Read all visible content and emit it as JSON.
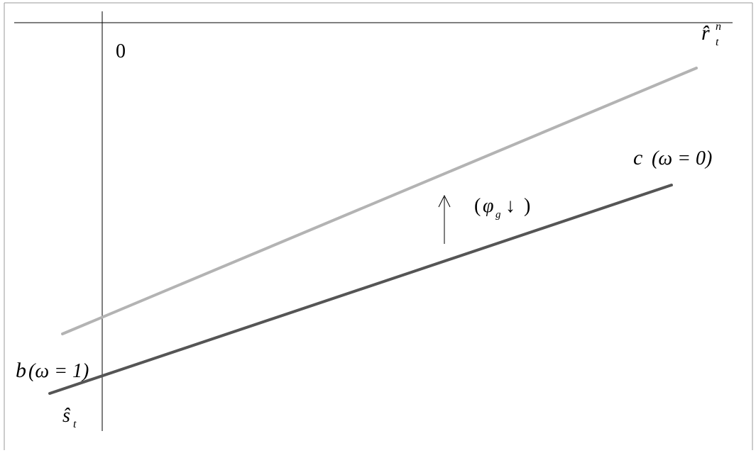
{
  "diagram": {
    "origin_label": "0",
    "x_axis_label": {
      "base": "r̂",
      "sub": "t",
      "sup": "n"
    },
    "y_axis_label": {
      "base": "ŝ",
      "sub": "t"
    },
    "curve_b": {
      "letter": "b",
      "condition": "(ω = 1)"
    },
    "curve_c": {
      "letter": "c",
      "condition": "(ω = 0)"
    },
    "shift_annotation": {
      "open": "(",
      "symbol": "φ",
      "sub": "g",
      "arrow": "↓",
      "close": ")"
    },
    "colors": {
      "axes": "#000000",
      "frame": "#9a9a9a",
      "upper_line": "#b3b3b3",
      "lower_line": "#555555",
      "arrow": "#000000"
    }
  }
}
